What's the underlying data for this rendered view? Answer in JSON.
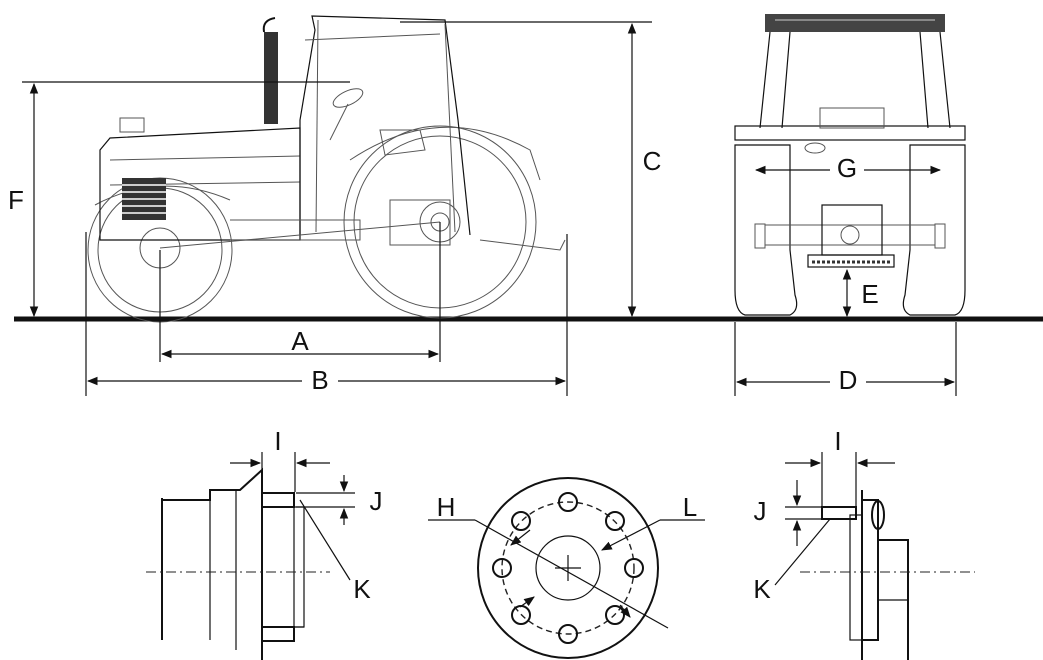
{
  "labels": {
    "A": "A",
    "B": "B",
    "C": "C",
    "D": "D",
    "E": "E",
    "F": "F",
    "G": "G",
    "H": "H",
    "I_left": "I",
    "I_right": "I",
    "J_left": "J",
    "J_right": "J",
    "K_left": "K",
    "K_right": "K",
    "L": "L"
  }
}
